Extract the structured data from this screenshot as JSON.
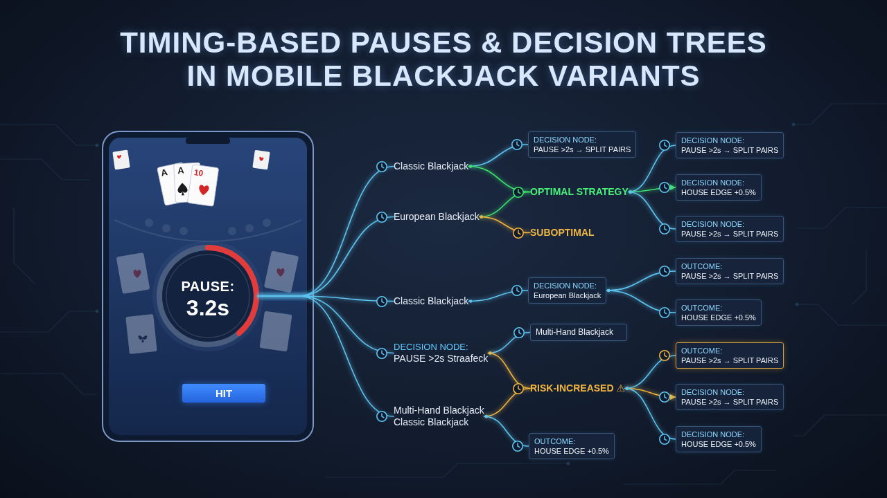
{
  "diagram": {
    "title": "TIMING-BASED PAUSES & DECISION TREES IN MOBILE BLACKJACK VARIANTS",
    "nodes": [
      {
        "text": [
          "PAUSE:",
          "3.2s"
        ]
      },
      {
        "text": [
          "HIT"
        ]
      },
      {
        "text": [
          "Classic Blackjack"
        ]
      },
      {
        "text": [
          "European Blackjack"
        ]
      },
      {
        "text": [
          "Classic Blackjack"
        ]
      },
      {
        "text": [
          "DECISION NODE:",
          "PAUSE >2s Straafeck"
        ]
      },
      {
        "text": [
          "Multi-Hand Blackjack",
          "Classic Blackjack"
        ]
      },
      {
        "text": [
          "DECISION NODE:",
          "PAUSE >2s → SPLIT PAIRS"
        ]
      },
      {
        "text": [
          "OPTIMAL STRATEGY"
        ]
      },
      {
        "text": [
          "SUBOPTIMAL"
        ]
      },
      {
        "text": [
          "DECISION NODE:",
          "European Blackjack"
        ]
      },
      {
        "text": [
          "Multi-Hand Blackjack"
        ]
      },
      {
        "text": [
          "RISK-INCREASED ⚠"
        ]
      },
      {
        "text": [
          "OUTCOME:",
          "HOUSE EDGE +0.5%"
        ]
      },
      {
        "text": [
          "DECISION NODE:",
          "PAUSE >2s → SPLIT PAIRS"
        ]
      },
      {
        "text": [
          "DECISION NODE:",
          "HOUSE EDGE +0.5%"
        ]
      },
      {
        "text": [
          "DECISION NODE:",
          "PAUSE >2s → SPLIT PAIRS"
        ]
      },
      {
        "text": [
          "OUTCOME:",
          "PAUSE >2s → SPLIT PAIRS"
        ]
      },
      {
        "text": [
          "OUTCOME:",
          "HOUSE EDGE +0.5%"
        ]
      },
      {
        "text": [
          "OUTCOME:",
          "PAUSE >2s → SPLIT PAIRS"
        ]
      },
      {
        "text": [
          "DECISION NODE:",
          "PAUSE >2s → SPLIT PAIRS"
        ]
      },
      {
        "text": [
          "DECISION NODE:",
          "HOUSE EDGE +0.5%"
        ]
      }
    ],
    "edges": [
      {
        "from": 0,
        "to": 2,
        "arrow": "none"
      },
      {
        "from": 0,
        "to": 3,
        "arrow": "none"
      },
      {
        "from": 0,
        "to": 4,
        "arrow": "none"
      },
      {
        "from": 0,
        "to": 5,
        "arrow": "none"
      },
      {
        "from": 0,
        "to": 6,
        "arrow": "none"
      },
      {
        "from": 2,
        "to": 7,
        "arrow": "none"
      },
      {
        "from": 2,
        "to": 8,
        "arrow": "none"
      },
      {
        "from": 3,
        "to": 8,
        "arrow": "none"
      },
      {
        "from": 3,
        "to": 9,
        "arrow": "none"
      },
      {
        "from": 8,
        "to": 14,
        "arrow": "none"
      },
      {
        "from": 8,
        "to": 15,
        "arrow": "to"
      },
      {
        "from": 8,
        "to": 16,
        "arrow": "none"
      },
      {
        "from": 4,
        "to": 10,
        "arrow": "none"
      },
      {
        "from": 10,
        "to": 17,
        "arrow": "none"
      },
      {
        "from": 10,
        "to": 18,
        "arrow": "none"
      },
      {
        "from": 5,
        "to": 11,
        "arrow": "none"
      },
      {
        "from": 5,
        "to": 12,
        "arrow": "none"
      },
      {
        "from": 6,
        "to": 12,
        "arrow": "none"
      },
      {
        "from": 6,
        "to": 13,
        "arrow": "none"
      },
      {
        "from": 12,
        "to": 19,
        "arrow": "none"
      },
      {
        "from": 12,
        "to": 20,
        "arrow": "to"
      },
      {
        "from": 12,
        "to": 21,
        "arrow": "none"
      }
    ],
    "labels": [
      "A",
      "A",
      "10"
    ]
  }
}
